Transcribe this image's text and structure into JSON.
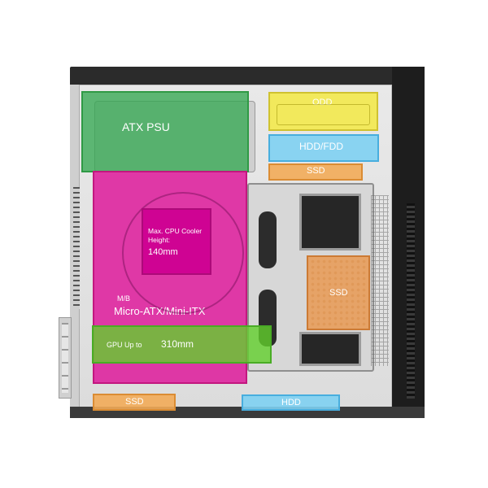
{
  "zones": {
    "psu": {
      "label": "ATX PSU",
      "color": "#34a852"
    },
    "motherboard": {
      "prefix": "M/B",
      "label": "Micro-ATX/Mini-ITX",
      "color": "#de1a9b"
    },
    "cpu_cooler": {
      "line1": "Max. CPU Cooler",
      "line2": "Height:",
      "value": "140mm",
      "color": "#ce0091"
    },
    "gpu": {
      "prefix": "GPU Up to",
      "value": "310mm",
      "color": "#62d02c"
    },
    "odd": {
      "label": "ODD",
      "color": "#f3e94c"
    },
    "hdd_fdd": {
      "label": "HDD/FDD",
      "color": "#7ed0f2"
    },
    "ssd_top": {
      "label": "SSD",
      "color": "#f2ab58"
    },
    "ssd_mid": {
      "label": "SSD",
      "color": "#e89c58"
    },
    "ssd_bottom": {
      "label": "SSD",
      "color": "#f2ab58"
    },
    "hdd_bottom": {
      "label": "HDD",
      "color": "#7ed0f2"
    }
  }
}
